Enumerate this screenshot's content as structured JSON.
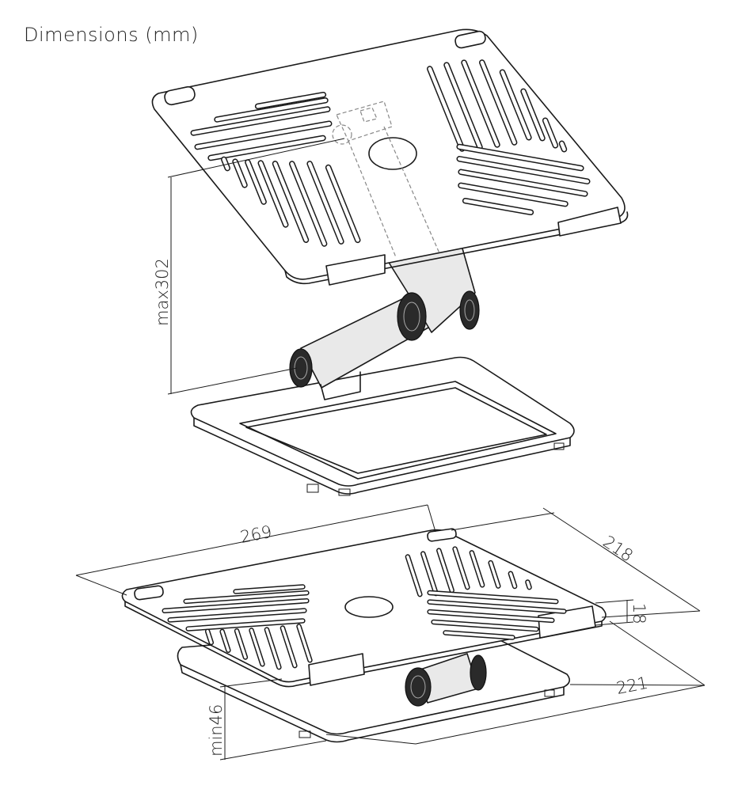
{
  "title": "Dimensions (mm)",
  "dimensions": {
    "max_height": "max302",
    "width": "269",
    "depth": "218",
    "lip": "18",
    "base_depth": "221",
    "min_height": "min46"
  }
}
